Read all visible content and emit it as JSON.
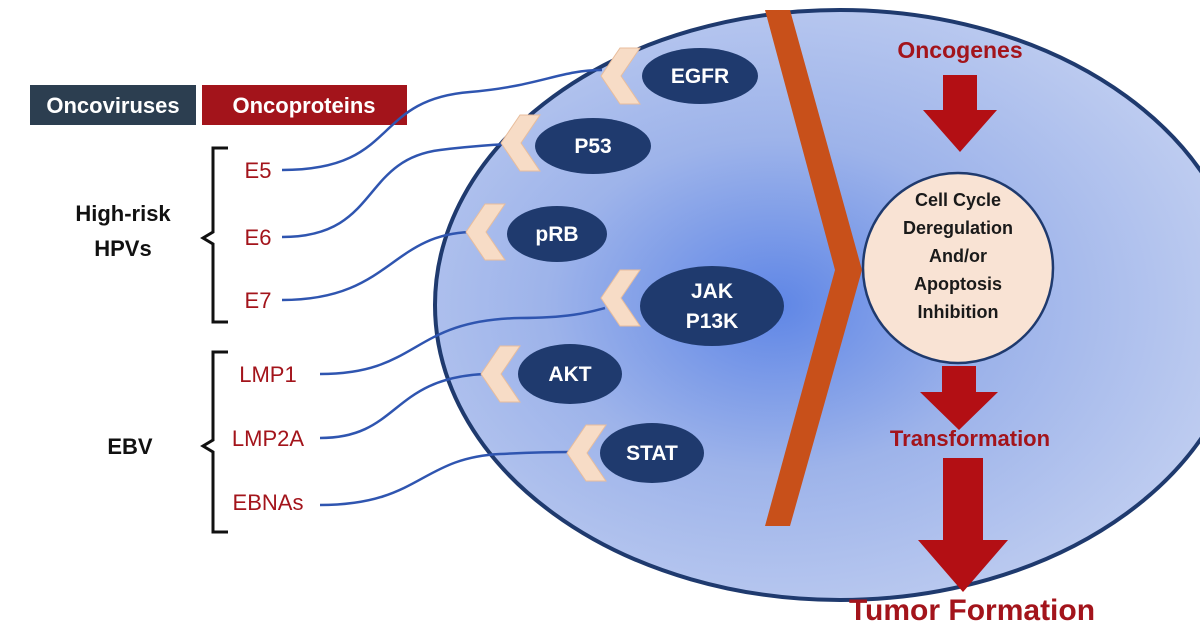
{
  "legend": {
    "oncoviruses": "Oncoviruses",
    "oncoproteins": "Oncoproteins",
    "colors": {
      "oncoviruses": "#2c3e50",
      "oncoproteins": "#a3141b"
    }
  },
  "virus_groups": [
    {
      "name_lines": [
        "High-risk",
        "HPVs"
      ],
      "proteins": [
        "E5",
        "E6",
        "E7"
      ]
    },
    {
      "name_lines": [
        "EBV"
      ],
      "proteins": [
        "LMP1",
        "LMP2A",
        "EBNAs"
      ]
    }
  ],
  "targets": [
    {
      "lines": [
        "EGFR"
      ]
    },
    {
      "lines": [
        "P53"
      ]
    },
    {
      "lines": [
        "pRB"
      ]
    },
    {
      "lines": [
        "JAK",
        "P13K"
      ]
    },
    {
      "lines": [
        "AKT"
      ]
    },
    {
      "lines": [
        "STAT"
      ]
    }
  ],
  "flow": {
    "oncogenes": "Oncogenes",
    "process_lines": [
      "Cell Cycle",
      "Deregulation",
      "And/or",
      "Apoptosis",
      "Inhibition"
    ],
    "transformation": "Transformation",
    "tumor_formation": "Tumor Formation"
  },
  "colors": {
    "cell_fill": "#b9c8ef",
    "cell_core": "#5f86e6",
    "cell_border": "#1f3a6e",
    "target_fill": "#1f3a6e",
    "chevron_fill": "#f7dcc6",
    "membrane": "#c8501a",
    "arrow": "#b30f14",
    "process_fill": "#f9e3d4",
    "connector": "#2f55b0"
  }
}
